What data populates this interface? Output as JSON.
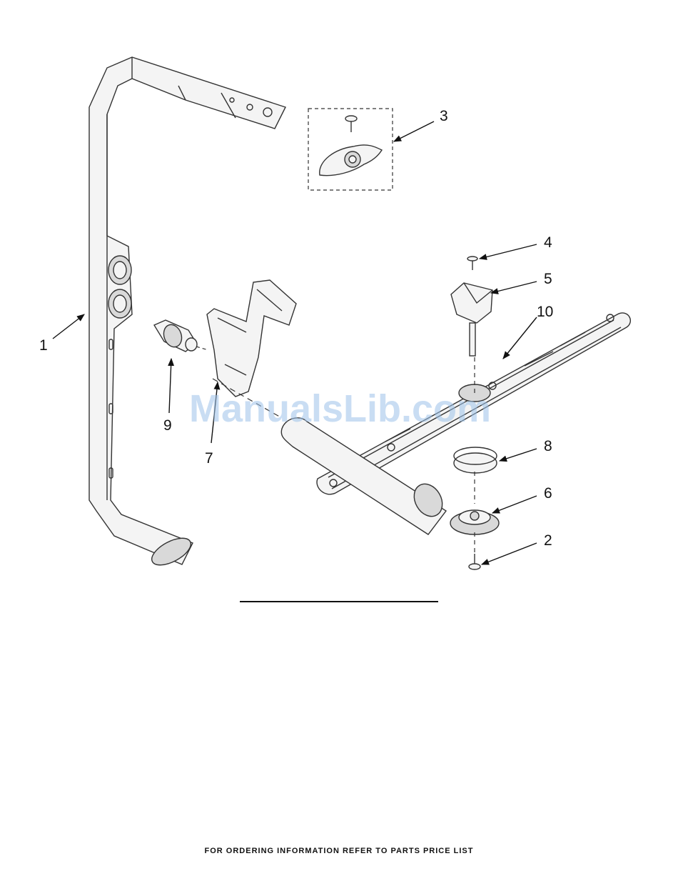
{
  "callouts": [
    "1",
    "2",
    "3",
    "4",
    "5",
    "6",
    "7",
    "8",
    "9",
    "10"
  ],
  "watermark": "ManualsLib.com",
  "footer_text": "FOR ORDERING INFORMATION REFER TO PARTS PRICE LIST"
}
